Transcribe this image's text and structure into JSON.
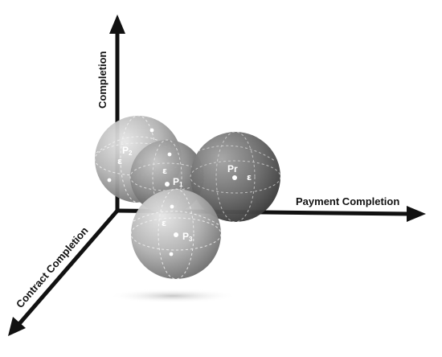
{
  "axes": {
    "vertical": "Completion",
    "horizontal": "Payment Completion",
    "depth": "Contract Completion"
  },
  "points": [
    {
      "base": "P",
      "sub": "2",
      "epsilon": "ε"
    },
    {
      "base": "P",
      "sub": "1",
      "epsilon": "ε"
    },
    {
      "base": "Pr",
      "sub": "",
      "epsilon": "ε"
    },
    {
      "base": "P",
      "sub": "3",
      "epsilon": "ε"
    }
  ],
  "colors": {
    "axis": "#111111",
    "sphere_light": "#d4d4d4",
    "sphere_dark": "#5a5a5a"
  }
}
